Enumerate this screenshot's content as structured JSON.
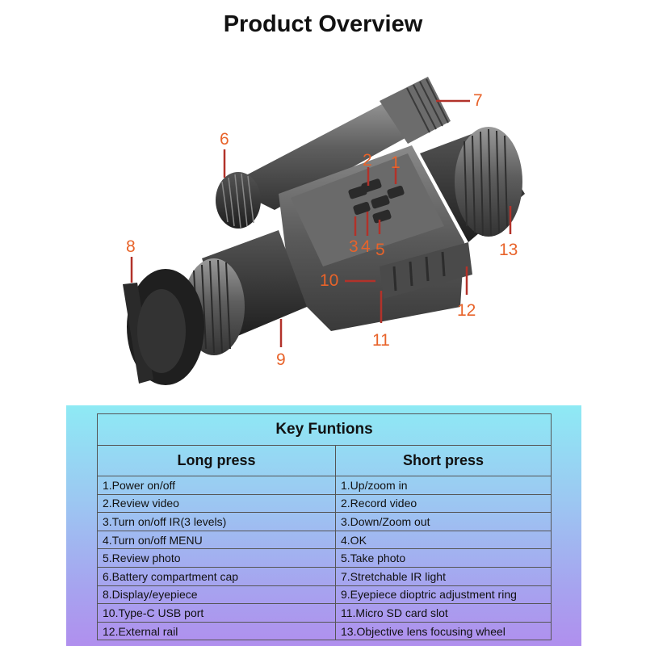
{
  "page": {
    "title": "Product Overview"
  },
  "callouts": [
    "1",
    "2",
    "3",
    "4",
    "5",
    "6",
    "7",
    "8",
    "9",
    "10",
    "11",
    "12",
    "13"
  ],
  "table": {
    "title": "Key Funtions",
    "columns": [
      "Long press",
      "Short press"
    ],
    "rows": [
      [
        "1.Power on/off",
        "1.Up/zoom in"
      ],
      [
        "2.Review video",
        "2.Record video"
      ],
      [
        "3.Turn on/off IR(3 levels)",
        "3.Down/Zoom out"
      ],
      [
        "4.Turn on/off MENU",
        "4.OK"
      ],
      [
        "5.Review photo",
        "5.Take photo"
      ],
      [
        "6.Battery compartment cap",
        "7.Stretchable IR light"
      ],
      [
        "8.Display/eyepiece",
        "9.Eyepiece dioptric adjustment ring"
      ],
      [
        "10.Type-C USB port",
        "11.Micro SD card slot"
      ],
      [
        "12.External rail",
        "13.Objective lens focusing wheel"
      ]
    ]
  },
  "colors": {
    "callout": "#e8632a",
    "leader": "#b2322a",
    "panel_top": "#8eeaf4",
    "panel_bottom": "#b08fee"
  }
}
